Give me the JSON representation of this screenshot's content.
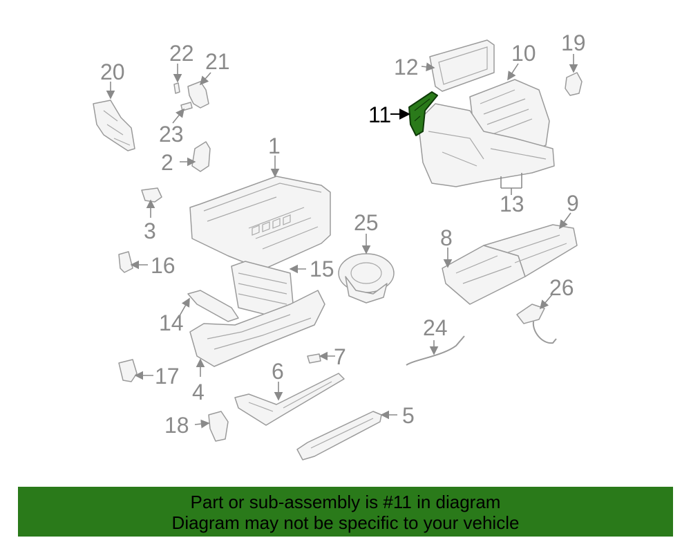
{
  "callouts": {
    "c1": "1",
    "c2": "2",
    "c3": "3",
    "c4": "4",
    "c5": "5",
    "c6": "6",
    "c7": "7",
    "c8": "8",
    "c9": "9",
    "c10": "10",
    "c11": "11",
    "c12": "12",
    "c13": "13",
    "c14": "14",
    "c15": "15",
    "c16": "16",
    "c17": "17",
    "c18": "18",
    "c19": "19",
    "c20": "20",
    "c21": "21",
    "c22": "22",
    "c23": "23",
    "c24": "24",
    "c25": "25",
    "c26": "26"
  },
  "highlight": {
    "part": "11",
    "color": "#2a7a1a"
  },
  "banner": {
    "line1": "Part or sub-assembly is #11 in diagram",
    "line2": "Diagram may not be specific to your vehicle",
    "background": "#2a7a1a"
  }
}
